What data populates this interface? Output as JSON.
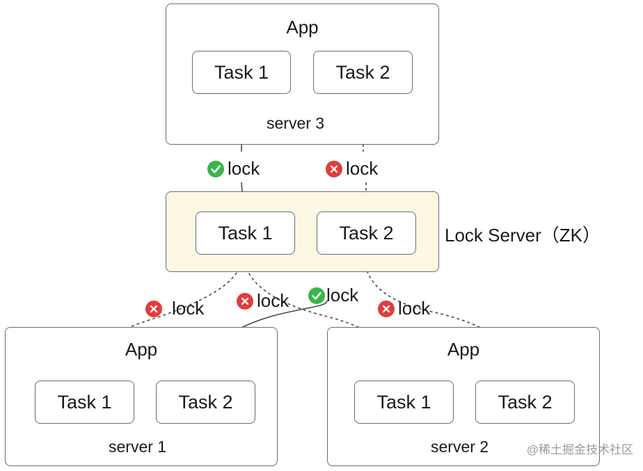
{
  "server3": {
    "app_label": "App",
    "task1": "Task 1",
    "task2": "Task 2",
    "name": "server 3"
  },
  "lock_server": {
    "task1": "Task 1",
    "task2": "Task 2",
    "label": "Lock Server（ZK）"
  },
  "server1": {
    "app_label": "App",
    "task1": "Task 1",
    "task2": "Task 2",
    "name": "server 1"
  },
  "server2": {
    "app_label": "App",
    "task1": "Task 1",
    "task2": "Task 2",
    "name": "server 2"
  },
  "locks": {
    "s3_task1": {
      "text": "lock",
      "status": "success"
    },
    "s3_task2": {
      "text": "lock",
      "status": "failed"
    },
    "s1_task1": {
      "text": "lock",
      "status": "failed"
    },
    "s2_task1": {
      "text": "lock",
      "status": "failed"
    },
    "s1_task2": {
      "text": "lock",
      "status": "success"
    },
    "s2_task2": {
      "text": "lock",
      "status": "failed"
    }
  },
  "colors": {
    "success": "#3ab54a",
    "failed": "#e23c3c",
    "zk_fill": "#fdf8e4",
    "border": "#6b6b6b"
  },
  "watermark": "@稀土掘金技术社区"
}
